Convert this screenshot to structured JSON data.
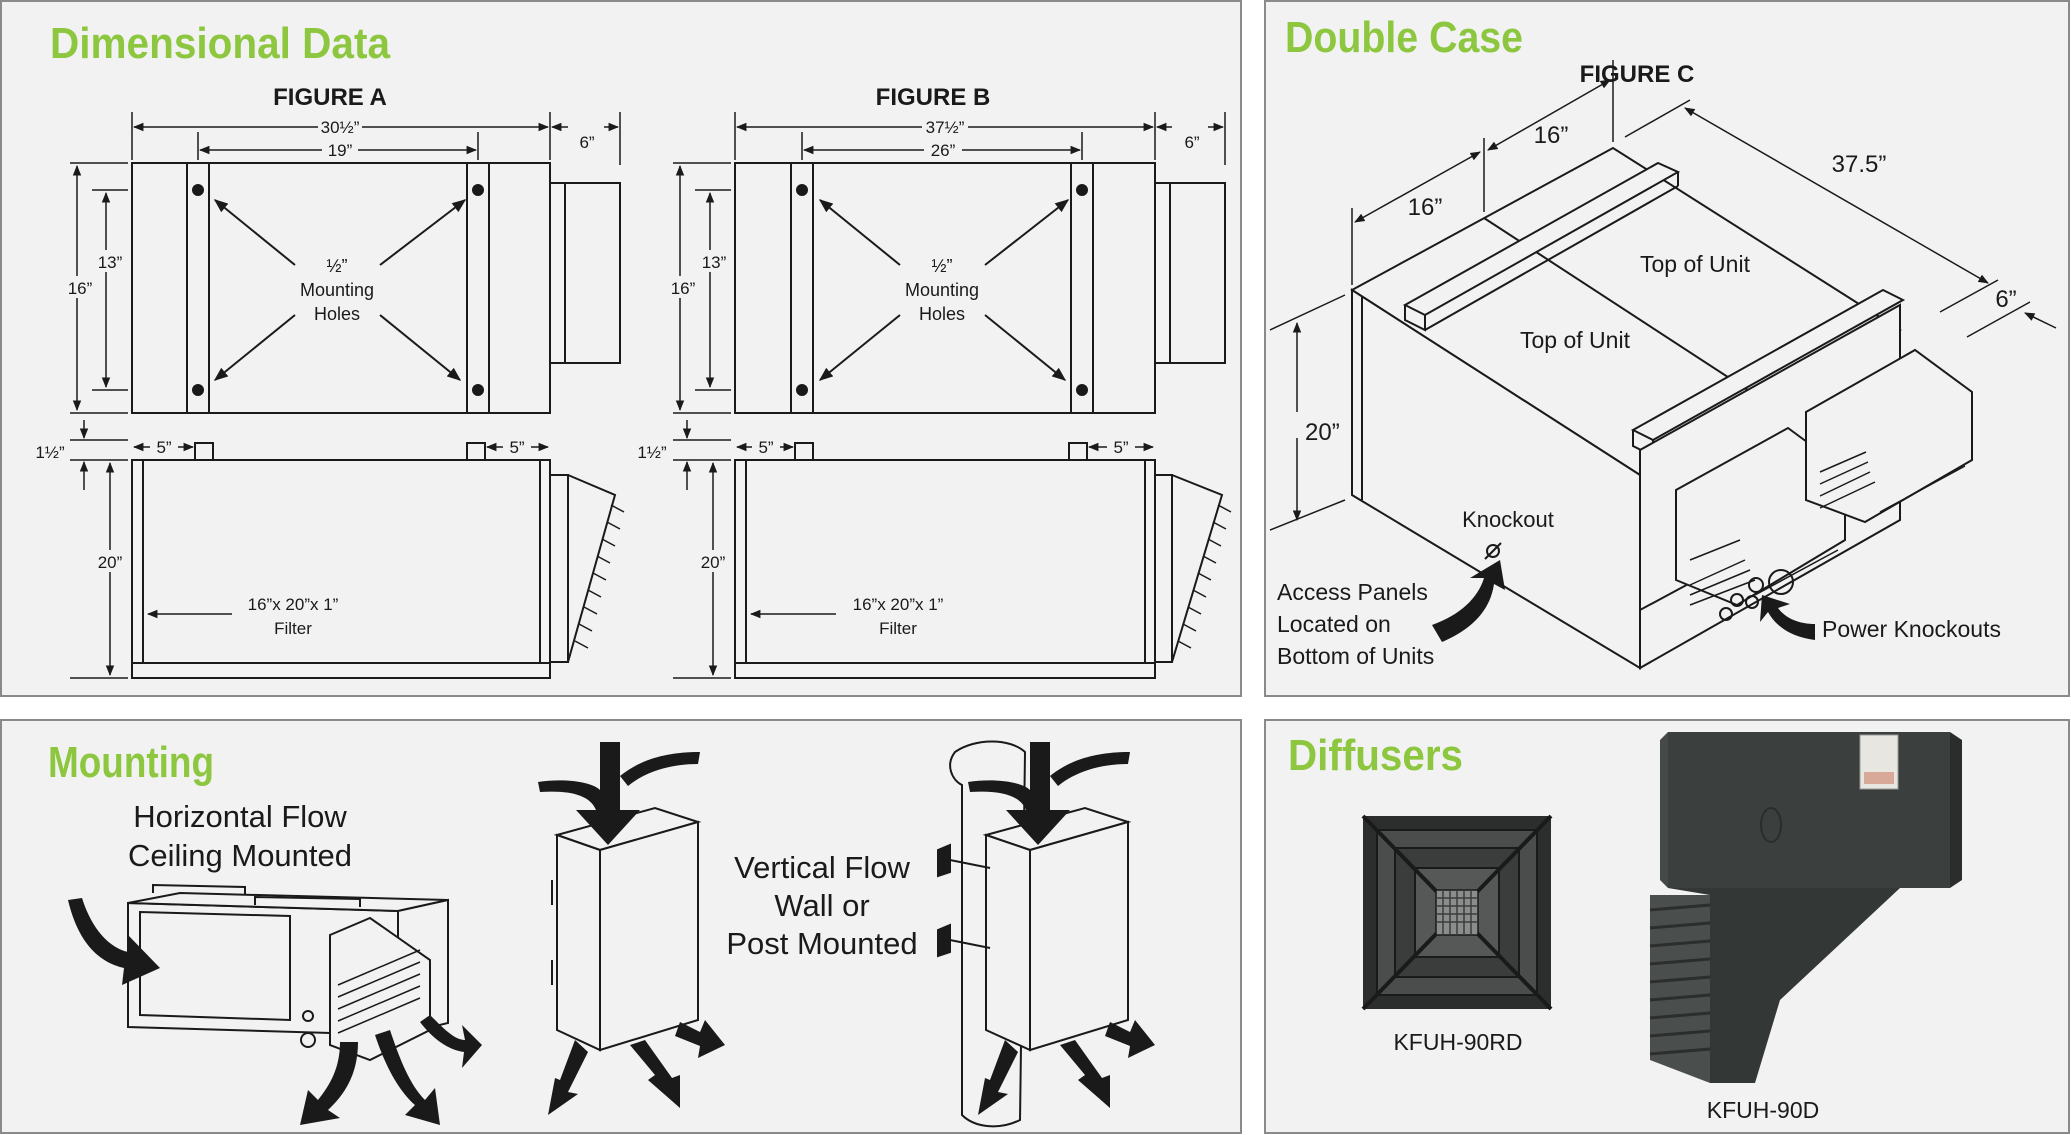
{
  "colors": {
    "heading": "#8dc63f",
    "panel_bg": "#f2f2f2",
    "panel_border": "#8a8a8a",
    "line": "#1a1a1a",
    "unit_dark": "#3b3f3e"
  },
  "panels": {
    "dimensional": {
      "title": "Dimensional Data",
      "figure_a": {
        "label": "FIGURE A",
        "width": "30½”",
        "inner": "19”",
        "duct": "6”",
        "height": "16”",
        "hole_span": "13”",
        "holes": [
          "½”",
          "Mounting",
          "Holes"
        ],
        "gap": "1½”",
        "offset_left": "5”",
        "offset_right": "5”",
        "side_height": "20”",
        "filter": [
          "16”x 20”x 1”",
          "Filter"
        ]
      },
      "figure_b": {
        "label": "FIGURE B",
        "width": "37½”",
        "inner": "26”",
        "duct": "6”",
        "height": "16”",
        "hole_span": "13”",
        "holes": [
          "½”",
          "Mounting",
          "Holes"
        ],
        "gap": "1½”",
        "offset_left": "5”",
        "offset_right": "5”",
        "side_height": "20”",
        "filter": [
          "16”x 20”x 1”",
          "Filter"
        ]
      }
    },
    "double_case": {
      "title": "Double Case",
      "figure_label": "FIGURE C",
      "dim_16_a": "16”",
      "dim_16_b": "16”",
      "dim_37": "37.5”",
      "dim_6": "6”",
      "dim_20": "20”",
      "top_of_unit_1": "Top of Unit",
      "top_of_unit_2": "Top of Unit",
      "knockout": "Knockout",
      "access_panels": [
        "Access Panels",
        "Located on",
        "Bottom of Units"
      ],
      "power_knockouts": "Power Knockouts"
    },
    "mounting": {
      "title": "Mounting",
      "horizontal": [
        "Horizontal Flow",
        "Ceiling Mounted"
      ],
      "vertical": [
        "Vertical Flow",
        "Wall or",
        "Post Mounted"
      ]
    },
    "diffusers": {
      "title": "Diffusers",
      "model_rd": "KFUH-90RD",
      "model_d": "KFUH-90D"
    }
  }
}
